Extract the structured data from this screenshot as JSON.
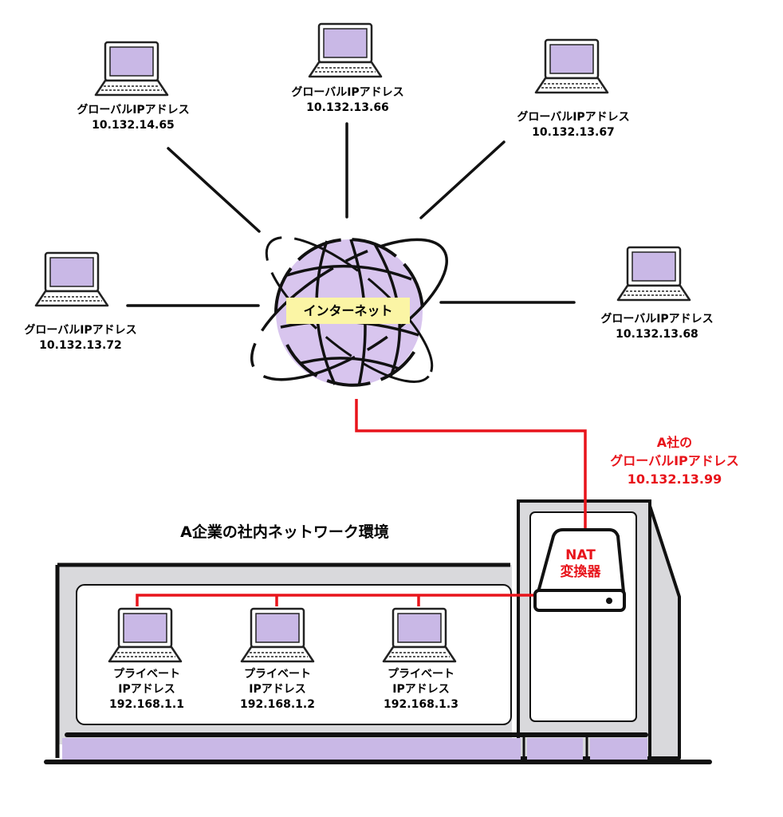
{
  "colors": {
    "laptop_screen": "#c9b8e6",
    "globe_fill": "#d8c5ee",
    "connection_red": "#e8141b",
    "building_gray": "#d9d9dc",
    "building_floor": "#c9b8e6",
    "internet_label_bg": "#fbf5a5"
  },
  "internet": {
    "label": "インターネット",
    "icon": "globe-icon"
  },
  "global_hosts": [
    {
      "label": "グローバルIPアドレス",
      "ip": "10.132.14.65"
    },
    {
      "label": "グローバルIPアドレス",
      "ip": "10.132.13.66"
    },
    {
      "label": "グローバルIPアドレス",
      "ip": "10.132.13.67"
    },
    {
      "label": "グローバルIPアドレス",
      "ip": "10.132.13.72"
    },
    {
      "label": "グローバルIPアドレス",
      "ip": "10.132.13.68"
    }
  ],
  "company": {
    "title": "A企業の社内ネットワーク環境",
    "global_ip": {
      "line1": "A社の",
      "line2": "グローバルIPアドレス",
      "ip": "10.132.13.99"
    },
    "nat": {
      "line1": "NAT",
      "line2": "変換器"
    },
    "private_hosts": [
      {
        "line1": "プライベート",
        "line2": "IPアドレス",
        "ip": "192.168.1.1"
      },
      {
        "line1": "プライベート",
        "line2": "IPアドレス",
        "ip": "192.168.1.2"
      },
      {
        "line1": "プライベート",
        "line2": "IPアドレス",
        "ip": "192.168.1.3"
      }
    ]
  }
}
